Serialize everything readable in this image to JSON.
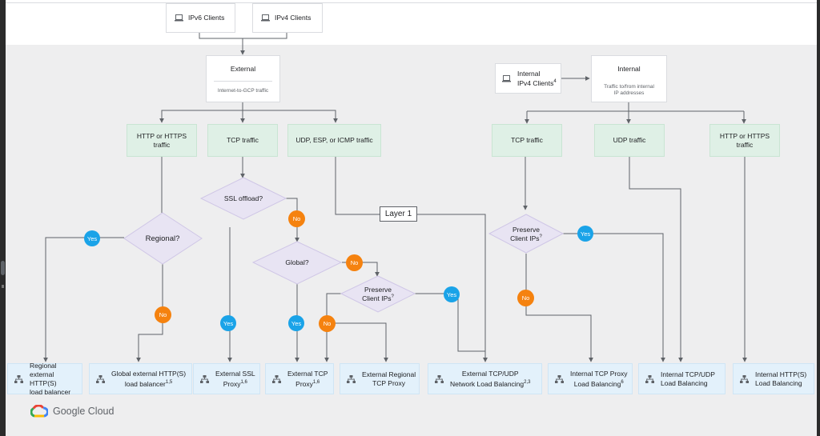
{
  "colors": {
    "yes": "#1aa3e8",
    "no": "#f5820f",
    "decision": "#e8e4f3",
    "traffic": "#dff0e6",
    "product": "#e3f1fb",
    "line": "#5f6368"
  },
  "clients": {
    "ipv6": "IPv6 Clients",
    "ipv4": "IPv4 Clients",
    "internal_l1": "Internal",
    "internal_l2": "IPv4 Clients",
    "internal_sup": "4"
  },
  "scopes": {
    "external_title": "External",
    "external_sub": "Internet-to-GCP traffic",
    "internal_title": "Internal",
    "internal_sub_l1": "Traffic to/from internal",
    "internal_sub_l2": "IP addresses"
  },
  "traffic": {
    "http_l1": "HTTP or HTTPS",
    "http_l2": "traffic",
    "tcp": "TCP traffic",
    "udp_esp": "UDP, ESP, or ICMP traffic",
    "int_tcp": "TCP traffic",
    "int_udp": "UDP traffic",
    "int_http_l1": "HTTP or HTTPS",
    "int_http_l2": "traffic"
  },
  "decisions": {
    "regional": "Regional?",
    "ssl": "SSL offload?",
    "global": "Global?",
    "preserve_l1": "Preserve",
    "preserve_l2": "Client IPs",
    "preserve_sup": "?",
    "int_preserve_l1": "Preserve",
    "int_preserve_l2": "Client IPs",
    "int_preserve_sup": "?"
  },
  "badges": {
    "yes": "Yes",
    "no": "No"
  },
  "layer_label": "Layer 1",
  "products": {
    "regional_http_l1": "Regional external",
    "regional_http_l2": "HTTP(S)",
    "regional_http_l3": "load balancer",
    "global_http_l1": "Global external HTTP(S)",
    "global_http_l2": "load balancer",
    "global_http_sup": "1,5",
    "ssl_proxy_l1": "External SSL",
    "ssl_proxy_l2": "Proxy",
    "ssl_proxy_sup": "1,6",
    "tcp_proxy_l1": "External TCP",
    "tcp_proxy_l2": "Proxy",
    "tcp_proxy_sup": "1,6",
    "regional_tcp_l1": "External Regional",
    "regional_tcp_l2": "TCP Proxy",
    "network_lb_l1": "External TCP/UDP",
    "network_lb_l2": "Network Load Balancing",
    "network_lb_sup": "2,3",
    "int_tcp_proxy_l1": "Internal TCP Proxy",
    "int_tcp_proxy_l2": "Load Balancing",
    "int_tcp_proxy_sup": "6",
    "int_tcp_udp_l1": "Internal TCP/UDP",
    "int_tcp_udp_l2": "Load Balancing",
    "int_http_l1": "Internal HTTP(S)",
    "int_http_l2": "Load Balancing"
  },
  "footer": {
    "brand": "Google Cloud"
  }
}
